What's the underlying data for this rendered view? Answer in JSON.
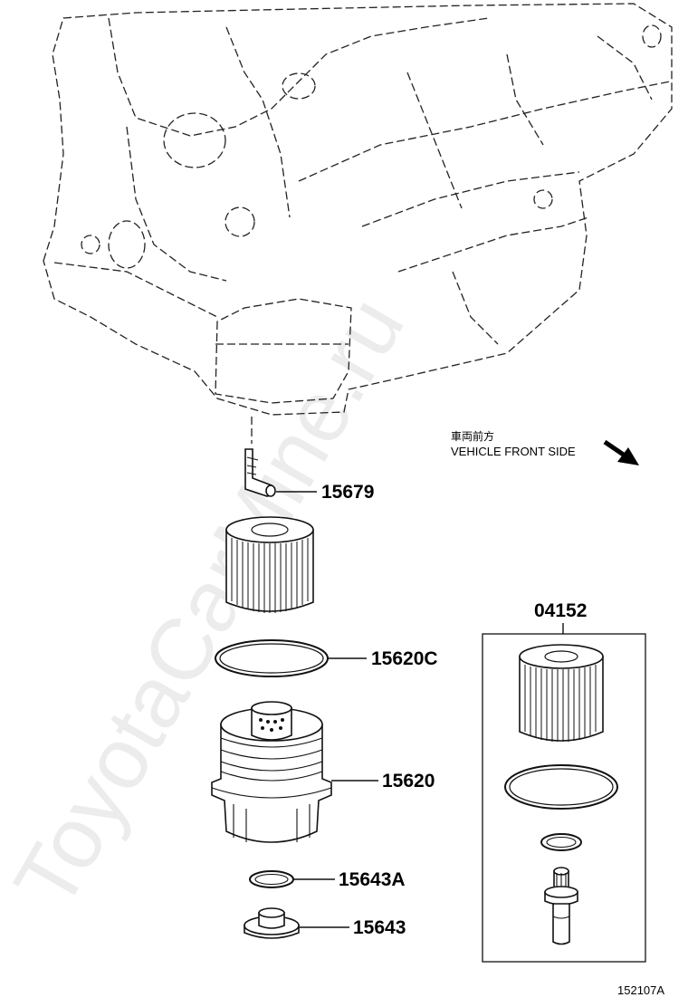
{
  "direction": {
    "japanese": "車両前方",
    "english": "VEHICLE FRONT SIDE",
    "arrow_icon": "arrow-down-right-icon"
  },
  "callouts": [
    {
      "part_number": "15679"
    },
    {
      "part_number": "15620C"
    },
    {
      "part_number": "15620"
    },
    {
      "part_number": "15643A"
    },
    {
      "part_number": "15643"
    }
  ],
  "kit": {
    "part_number": "04152"
  },
  "figure_id": "152107A",
  "watermark": "ToyotaCarMine.ru"
}
